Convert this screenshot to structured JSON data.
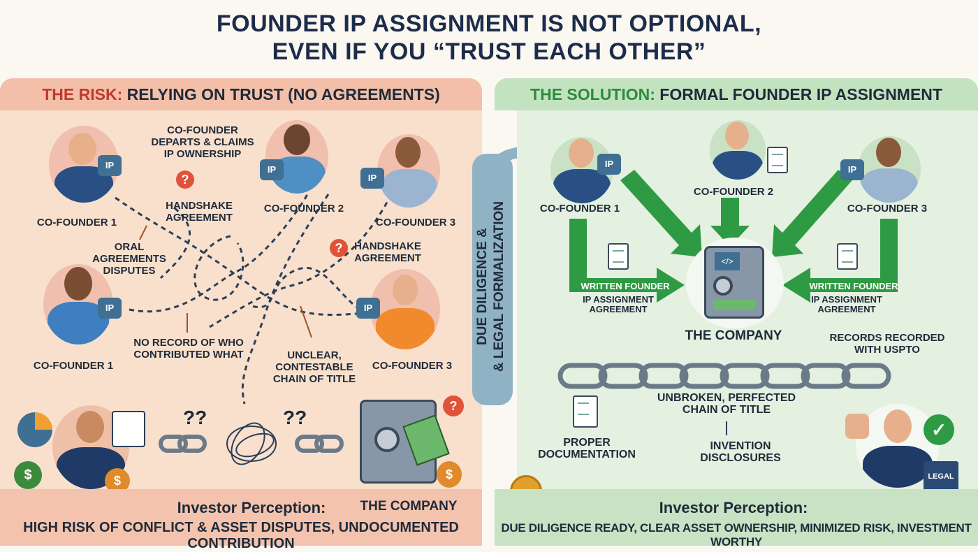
{
  "title": {
    "line1": "FOUNDER IP ASSIGNMENT IS NOT OPTIONAL,",
    "line2": "EVEN IF YOU “TRUST EACH OTHER”"
  },
  "risk": {
    "heading_prefix": "THE RISK:",
    "heading_rest": " RELYING ON TRUST (NO AGREEMENTS)",
    "founders": [
      "CO-FOUNDER 1",
      "CO-FOUNDER 2",
      "CO-FOUNDER 3",
      "CO-FOUNDER 1",
      "CO-FOUNDER 3"
    ],
    "callouts": {
      "departs": "CO-FOUNDER DEPARTS & CLAIMS IP OWNERSHIP",
      "handshake1": "HANDSHAKE AGREEMENT",
      "handshake2": "HANDSHAKE AGREEMENT",
      "oral": "ORAL AGREEMENTS DISPUTES",
      "no_record": "NO RECORD OF WHO CONTRIBUTED WHAT",
      "unclear": "UNCLEAR, CONTESTABLE CHAIN OF TITLE"
    },
    "puzzle_label": "IP",
    "question": "?",
    "qq": "??",
    "company": "THE COMPANY",
    "perception_title": "Investor Perception:",
    "perception_text": "HIGH RISK OF CONFLICT & ASSET DISPUTES, UNDOCUMENTED CONTRIBUTION"
  },
  "transition": {
    "line1": "DUE DILIGENCE &",
    "line2": "& LEGAL FORMALIZATION"
  },
  "solution": {
    "heading_prefix": "THE SOLUTION:",
    "heading_rest": " FORMAL FOUNDER IP ASSIGNMENT",
    "founders": [
      "CO-FOUNDER 1",
      "CO-FOUNDER 2",
      "CO-FOUNDER 3"
    ],
    "agreement_top": "WRITTEN FOUNDER",
    "agreement_bottom": "IP ASSIGNMENT AGREEMENT",
    "company": "THE COMPANY",
    "uspto": "RECORDS RECORDED WITH USPTO",
    "chain": "UNBROKEN, PERFECTED CHAIN OF TITLE",
    "documentation": "PROPER DOCUMENTATION",
    "disclosures": "INVENTION DISCLOSURES",
    "legal": "LEGAL",
    "perception_title": "Investor Perception:",
    "perception_text": "DUE DILIGENCE READY, CLEAR ASSET OWNERSHIP, MINIMIZED RISK, INVESTMENT WORTHY"
  },
  "colors": {
    "risk": "#c0392b",
    "solution": "#2e8b3a",
    "arrow": "#2f9a44",
    "title": "#1d2c4a"
  }
}
